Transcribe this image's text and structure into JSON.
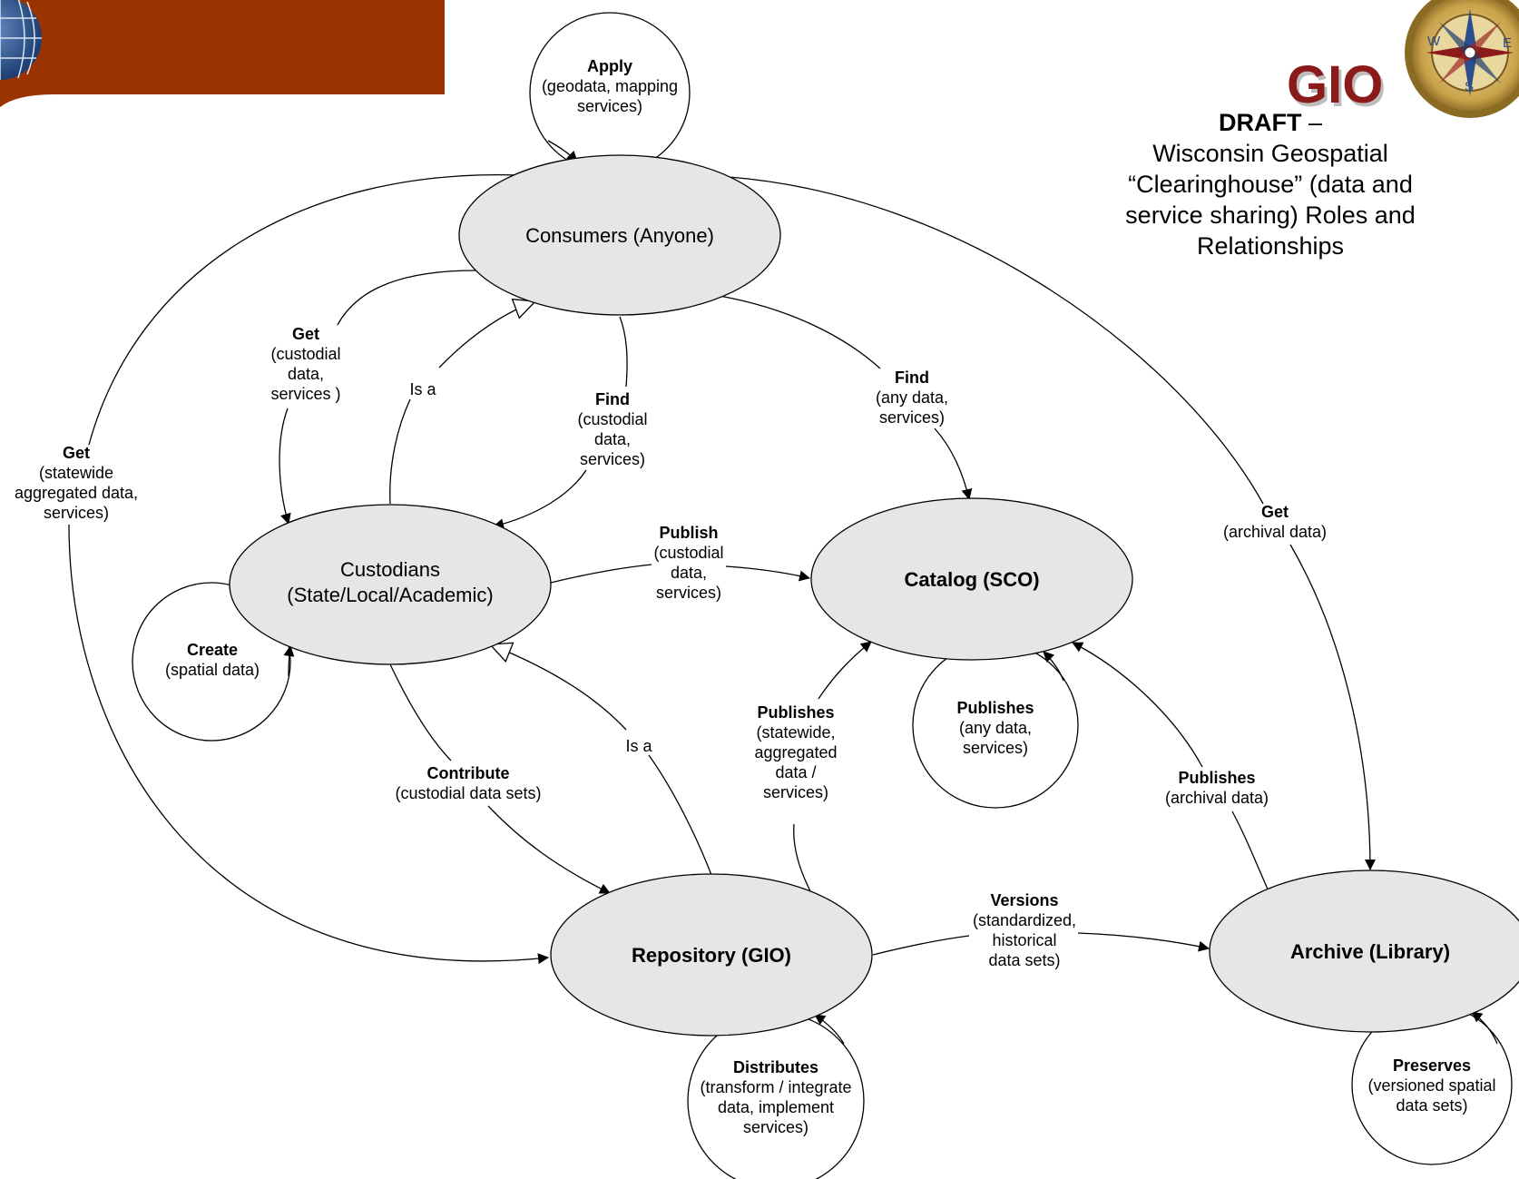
{
  "title": {
    "draft": "DRAFT",
    "dash": " –",
    "lines": [
      "Wisconsin Geospatial",
      "“Clearinghouse” (data and",
      "service sharing) Roles and",
      "Relationships"
    ]
  },
  "logo": {
    "text": "GIO",
    "compass_letters": [
      "W",
      "E",
      "S"
    ]
  },
  "colors": {
    "banner": "#9a3300",
    "node_fill": "#e6e6e6",
    "logo_red": "#8b1a1a",
    "compass_gold": "#c9a24a",
    "globe_blue": "#1d3f73"
  },
  "nodes": {
    "consumers": {
      "lines": [
        "Consumers (Anyone)"
      ],
      "bold": false
    },
    "custodians": {
      "lines": [
        "Custodians",
        "(State/Local/Academic)"
      ],
      "bold": false
    },
    "catalog": {
      "lines": [
        "Catalog (SCO)"
      ],
      "bold": true
    },
    "repository": {
      "lines": [
        "Repository (GIO)"
      ],
      "bold": true
    },
    "archive": {
      "lines": [
        "Archive (Library)"
      ],
      "bold": true
    }
  },
  "loops": {
    "apply": [
      "Apply",
      "(geodata, mapping",
      "services)"
    ],
    "create": [
      "Create",
      "(spatial data)"
    ],
    "publishes_any": [
      "Publishes",
      "(any data,",
      "services)"
    ],
    "distributes": [
      "Distributes",
      "(transform / integrate",
      "data, implement",
      "services)"
    ],
    "preserves": [
      "Preserves",
      "(versioned spatial",
      "data sets)"
    ]
  },
  "edges": {
    "get_custodial": [
      "Get",
      "(custodial",
      "data,",
      "services )"
    ],
    "is_a_custodians": [
      "Is a"
    ],
    "find_custodial": [
      "Find",
      "(custodial",
      "data,",
      "services)"
    ],
    "find_any": [
      "Find",
      "(any data,",
      "services)"
    ],
    "get_statewide": [
      "Get",
      "(statewide",
      "aggregated data,",
      "services)"
    ],
    "get_archival": [
      "Get",
      "(archival data)"
    ],
    "publish_custodial": [
      "Publish",
      "(custodial",
      "data,",
      "services)"
    ],
    "publishes_statewide": [
      "Publishes",
      "(statewide,",
      "aggregated",
      "data /",
      "services)"
    ],
    "publishes_archival": [
      "Publishes",
      "(archival data)"
    ],
    "contribute": [
      "Contribute",
      "(custodial data sets)"
    ],
    "is_a_repository": [
      "Is a"
    ],
    "versions": [
      "Versions",
      "(standardized,",
      "historical",
      "data sets)"
    ]
  }
}
